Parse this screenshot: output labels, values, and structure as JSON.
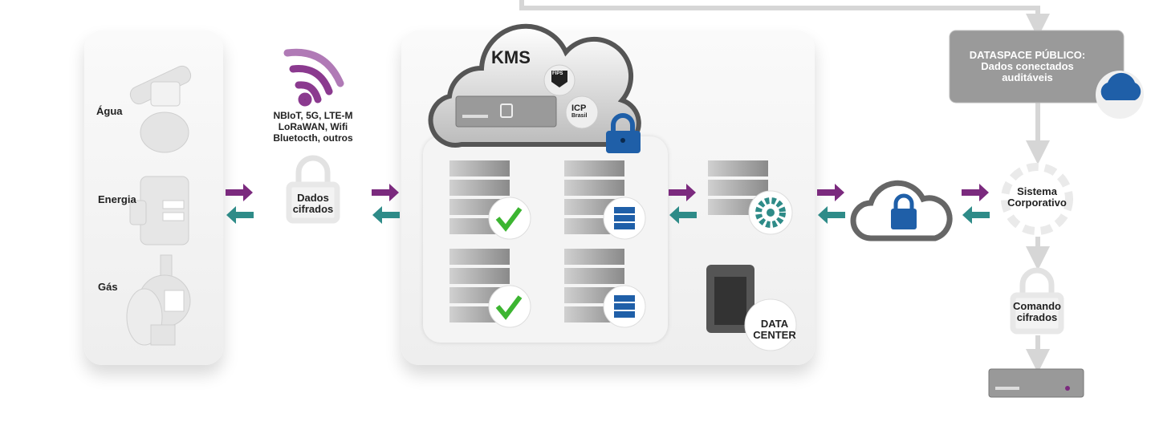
{
  "meters": {
    "water": "Água",
    "energy": "Energia",
    "gas": "Gás"
  },
  "network": {
    "protocols_line1": "NBIoT, 5G, LTE-M",
    "protocols_line2": "LoRaWAN, Wifi",
    "protocols_line3": "Bluetocth, outros"
  },
  "encrypted_data": {
    "line1": "Dados",
    "line2": "cifrados"
  },
  "kms": {
    "title": "KMS",
    "fips": "FIPS",
    "icp_line1": "ICP",
    "icp_line2": "Brasil"
  },
  "datacenter": {
    "line1": "DATA",
    "line2": "CENTER"
  },
  "dataspace": {
    "line1": "DATASPACE PÚBLICO:",
    "line2": "Dados conectados",
    "line3": "auditáveis"
  },
  "corporate": {
    "line1": "Sistema",
    "line2": "Corporativo"
  },
  "command": {
    "line1": "Comando",
    "line2": "cifrados"
  },
  "colors": {
    "purple": "#7b2a7e",
    "teal": "#2e8b88",
    "check": "#3cb531",
    "lock_blue": "#1f5fa8",
    "gray_box": "#9a9a9a"
  }
}
